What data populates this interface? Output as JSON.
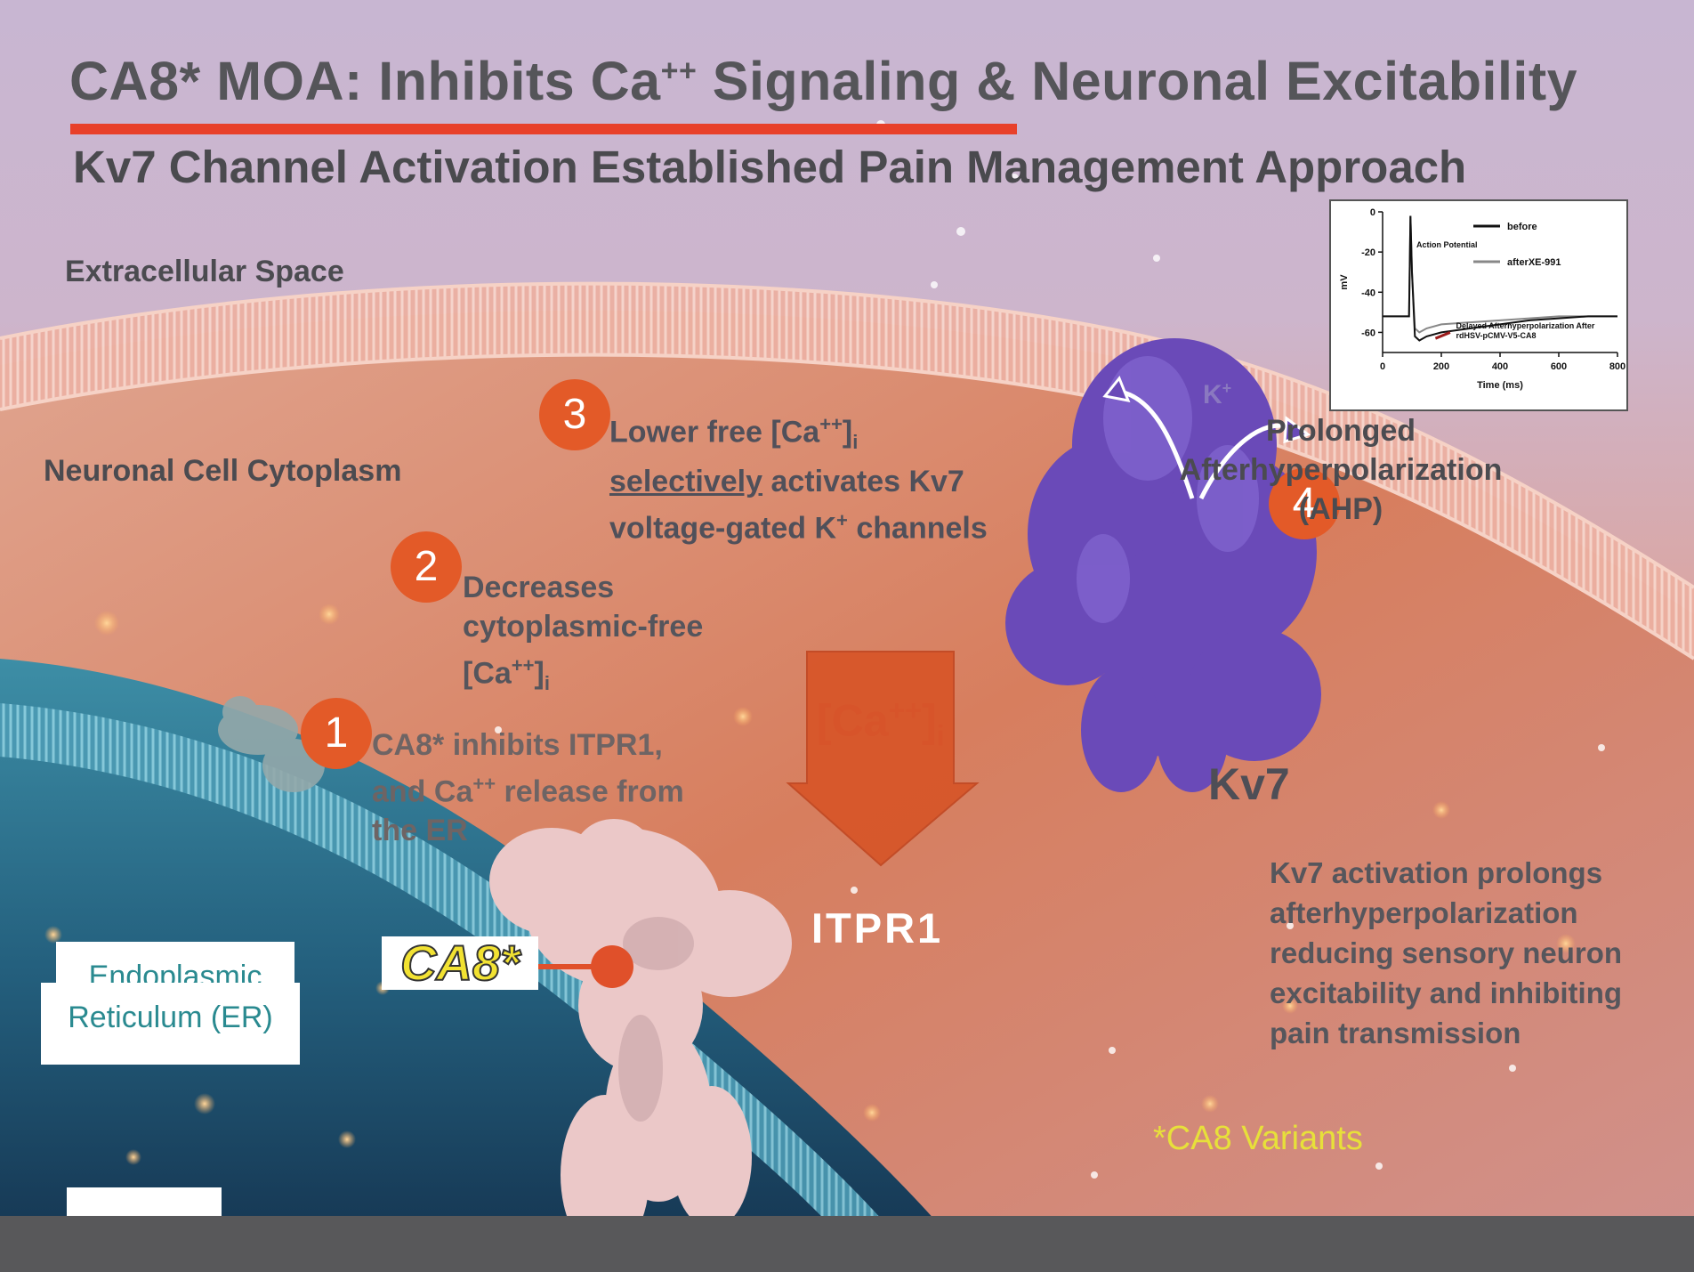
{
  "title_main": "CA8* MOA: Inhibits Ca",
  "title_sup": "++",
  "title_rest": " Signaling & Neuronal Excitability",
  "subtitle": "Kv7 Channel Activation Established Pain Management Approach",
  "regions": {
    "extracellular": "Extracellular Space",
    "cytoplasm": "Neuronal Cell Cytoplasm",
    "er_line1": "Endoplasmic",
    "er_line2": "Reticulum (ER)"
  },
  "steps": [
    {
      "number": "1",
      "lines": [
        "CA8* inhibits ITPR1,",
        "and Ca",
        "++",
        " release from",
        "the ER"
      ]
    },
    {
      "number": "2",
      "lines": [
        "Decreases",
        "cytoplasmic-free",
        "[Ca",
        "++",
        "]",
        "i"
      ]
    },
    {
      "number": "3",
      "lines": [
        "Lower free [Ca",
        "++",
        "]",
        "i",
        "selectively",
        " activates Kv7",
        "voltage-gated K",
        "+",
        " channels"
      ]
    },
    {
      "number": "4",
      "lines": [
        "Prolonged",
        "Afterhyperpolarization",
        "(AHP)"
      ]
    }
  ],
  "labels": {
    "itpr1": "ITPR1",
    "kv7": "Kv7",
    "k_ion": "K",
    "k_ion_sup": "+",
    "ca8_tag": "CA8*",
    "ca_flow": "[Ca",
    "ca_flow_sup": "++",
    "ca_flow_bracket": "]",
    "ca_flow_sub": "i",
    "minus": "−",
    "variants": "*CA8 Variants"
  },
  "kv7_description": [
    "Kv7 activation prolongs",
    "afterhyperpolarization",
    "reducing sensory neuron",
    "excitability and inhibiting",
    "pain transmission"
  ],
  "colors": {
    "title_bar": "#e8402a",
    "step_circle": "#e35a28",
    "kv7_protein": "#6a4ab8",
    "er": "#2f7d96",
    "variants_text": "#e7e03a"
  },
  "chart_data": {
    "type": "line",
    "xlabel": "Time (ms)",
    "ylabel": "mV",
    "xlim": [
      0,
      800
    ],
    "ylim": [
      -70,
      0
    ],
    "x_ticks": [
      0,
      200,
      400,
      600,
      800
    ],
    "y_ticks": [
      0,
      -20,
      -40,
      -60
    ],
    "annotations": [
      "Action Potential",
      "Delayed Afterhyperpolarization After",
      "rdHSV-pCMV-V5-CA8"
    ],
    "legend_position": "top-right",
    "series": [
      {
        "name": "before",
        "color": "#111111",
        "x": [
          0,
          90,
          95,
          100,
          110,
          125,
          150,
          200,
          300,
          400,
          500,
          600,
          700,
          800
        ],
        "y": [
          -52,
          -52,
          -2,
          -30,
          -62,
          -64,
          -62,
          -60,
          -58,
          -56,
          -54,
          -53,
          -52,
          -52
        ]
      },
      {
        "name": "afterXE-991",
        "color": "#888888",
        "x": [
          0,
          90,
          95,
          100,
          110,
          125,
          150,
          200,
          300,
          400,
          500,
          600,
          700,
          800
        ],
        "y": [
          -52,
          -52,
          -2,
          -30,
          -58,
          -60,
          -58,
          -56,
          -55,
          -54,
          -53,
          -52,
          -52,
          -52
        ]
      }
    ]
  }
}
